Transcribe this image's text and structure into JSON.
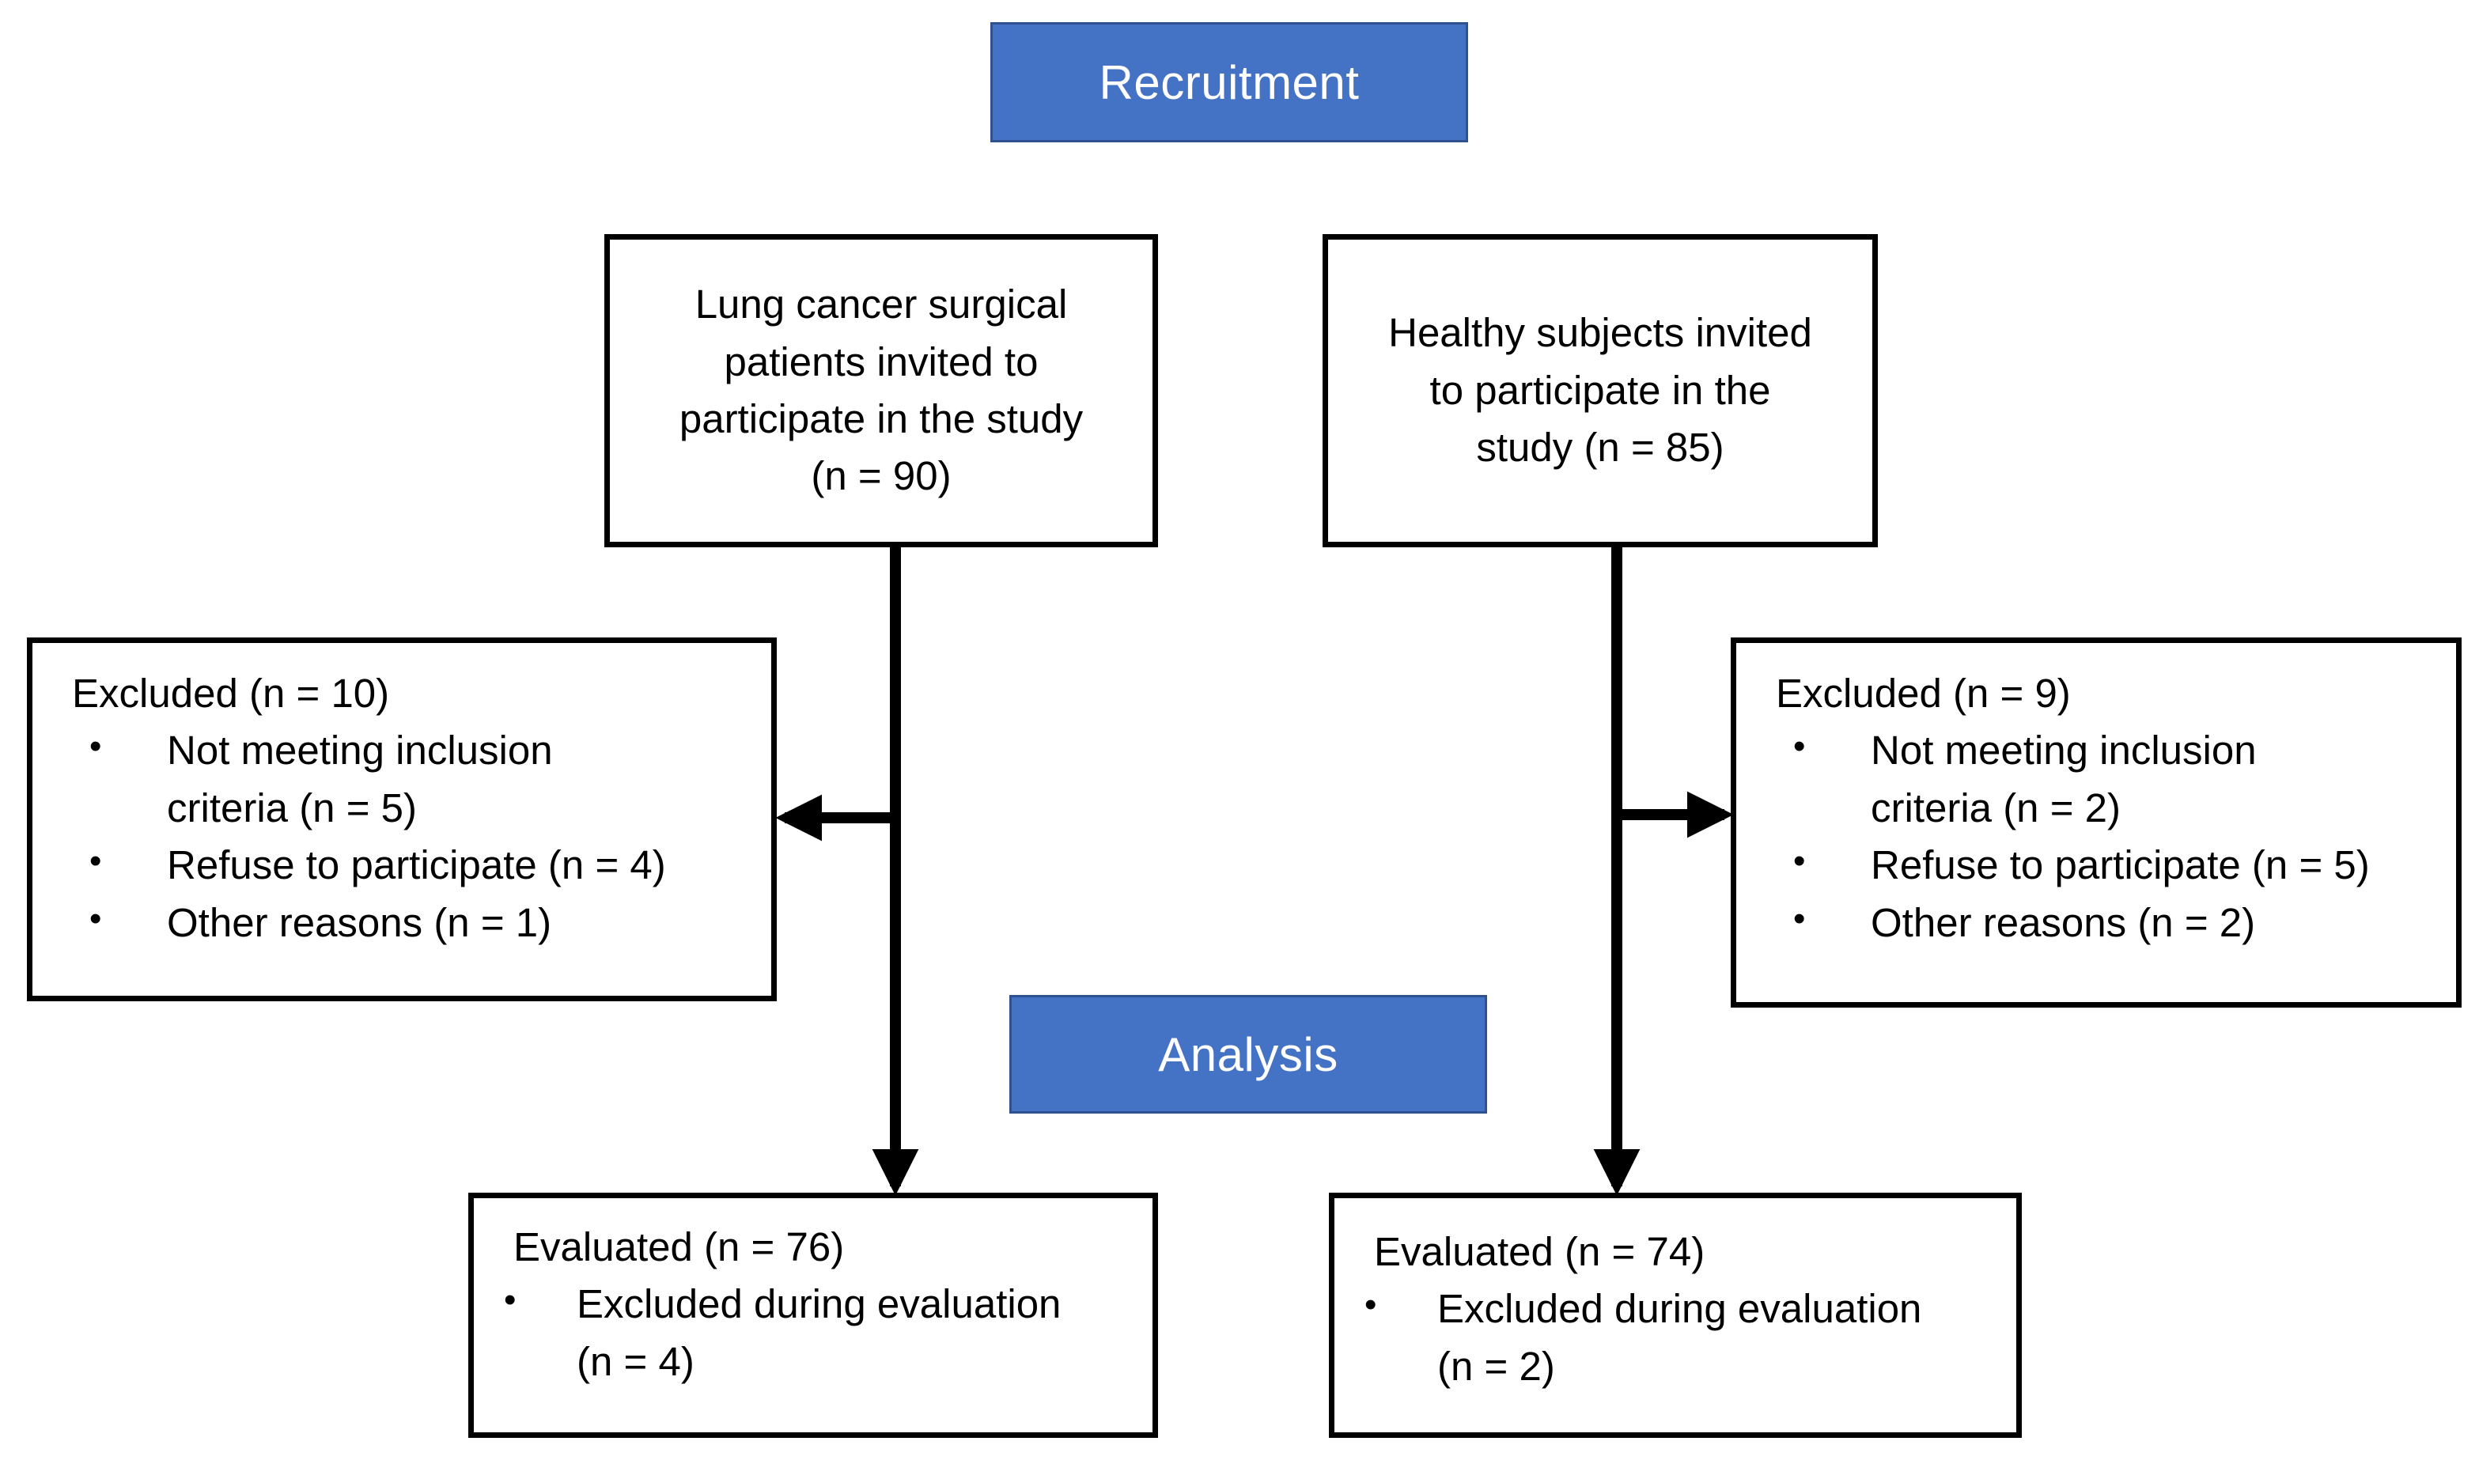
{
  "headers": {
    "recruitment": "Recruitment",
    "analysis": "Analysis"
  },
  "lung": {
    "invited": [
      "Lung cancer surgical",
      "patients invited to",
      "participate in the study",
      "(n = 90)"
    ],
    "excluded": {
      "title": "Excluded (n = 10)",
      "items": [
        [
          "Not meeting inclusion",
          "criteria (n = 5)"
        ],
        [
          "Refuse to participate (n = 4)"
        ],
        [
          "Other reasons (n = 1)"
        ]
      ]
    },
    "evaluated": {
      "title": "Evaluated (n = 76)",
      "items": [
        [
          "Excluded during evaluation",
          "(n = 4)"
        ]
      ]
    }
  },
  "healthy": {
    "invited": [
      "Healthy subjects invited",
      "to participate in the",
      "study (n = 85)"
    ],
    "excluded": {
      "title": "Excluded (n = 9)",
      "items": [
        [
          "Not meeting inclusion",
          "criteria (n = 2)"
        ],
        [
          "Refuse to participate (n = 5)"
        ],
        [
          "Other reasons (n = 2)"
        ]
      ]
    },
    "evaluated": {
      "title": "Evaluated (n = 74)",
      "items": [
        [
          "Excluded during evaluation",
          "(n = 2)"
        ]
      ]
    }
  },
  "bullet": "•",
  "colors": {
    "header_fill": "#4472c4",
    "header_border": "#2f528f",
    "header_text": "#ffffff",
    "box_border": "#000000"
  }
}
